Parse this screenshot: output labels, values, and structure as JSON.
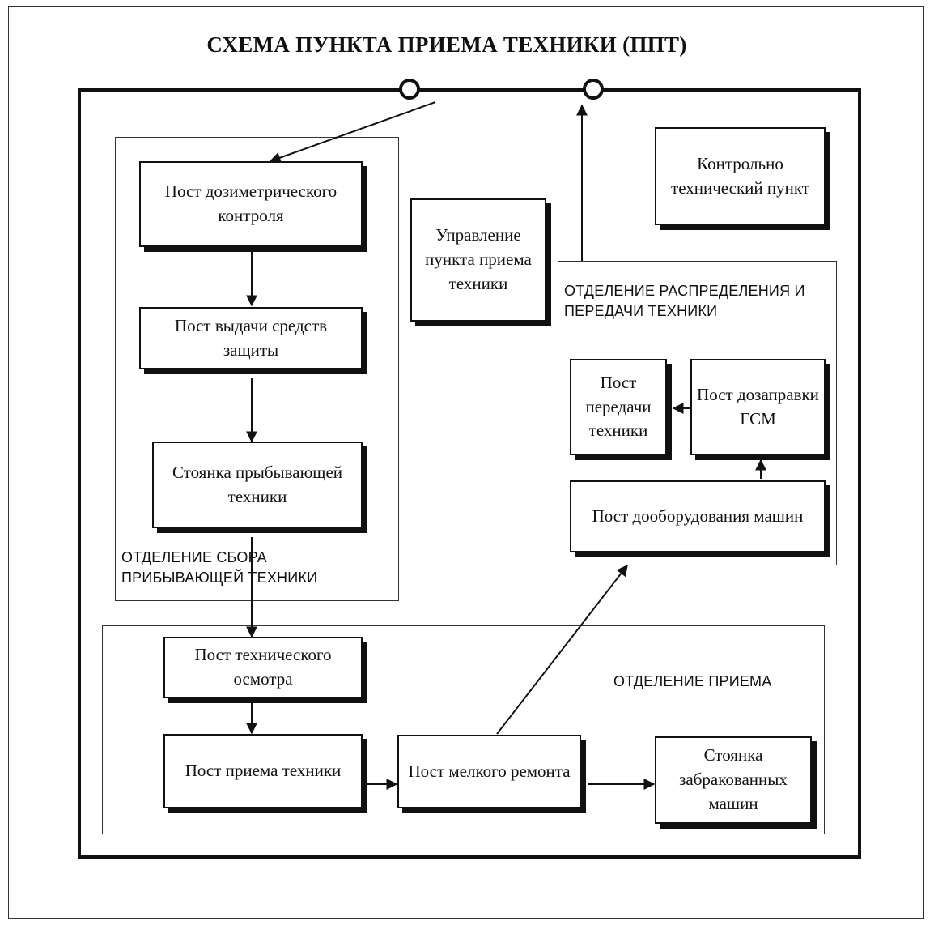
{
  "title": "СХЕМА ПУНКТА ПРИЕМА ТЕХНИКИ (ППТ)",
  "departments": {
    "collection": "ОТДЕЛЕНИЕ СБОРА ПРИБЫВАЮЩЕЙ ТЕХНИКИ",
    "distribution": "ОТДЕЛЕНИЕ РАСПРЕДЕЛЕНИЯ И ПЕРЕДАЧИ ТЕХНИКИ",
    "reception": "ОТДЕЛЕНИЕ ПРИЕМА"
  },
  "nodes": {
    "dosimetric": "Пост дозиметрического контроля",
    "protection": "Пост выдачи средств защиты",
    "arrival_parking": "Стоянка прыбывающей техники",
    "management": "Управление пункта приема техники",
    "control_point": "Контрольно технический пункт",
    "transfer": "Пост передачи техники",
    "refuel": "Пост дозаправки ГСМ",
    "reequip": "Пост дооборудования машин",
    "inspection": "Пост технического осмотра",
    "acceptance": "Пост приема техники",
    "minor_repair": "Пост мелкого ремонта",
    "rejected_parking": "Стоянка забракованных машин"
  }
}
